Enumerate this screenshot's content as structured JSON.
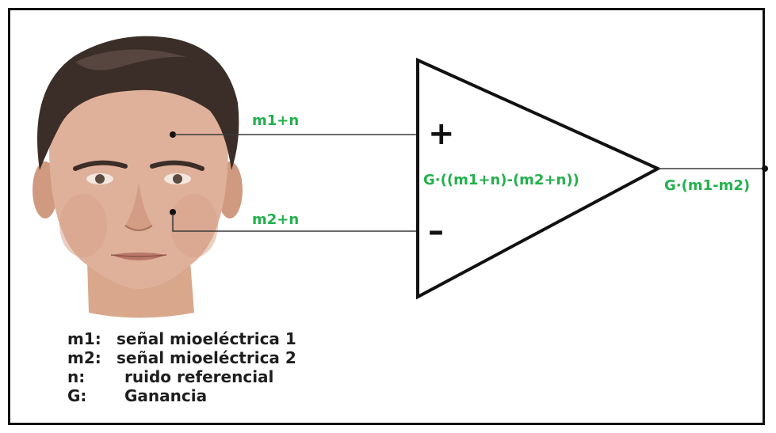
{
  "diagram": {
    "inputs": {
      "top_signal": "m1+n",
      "bottom_signal": "m2+n"
    },
    "amplifier": {
      "plus_symbol": "+",
      "minus_symbol": "–",
      "internal_expression": "G·((m1+n)-(m2+n))"
    },
    "output_expression": "G·(m1-m2)"
  },
  "legend": [
    {
      "key": "m1:",
      "value": "señal mioeléctrica 1"
    },
    {
      "key": "m2:",
      "value": "señal mioeléctrica 2"
    },
    {
      "key": "n:",
      "value": "ruido referencial"
    },
    {
      "key": "G:",
      "value": "Ganancia"
    }
  ],
  "colors": {
    "label_green": "#22b14c",
    "line": "#3a3a3a",
    "legend_text": "#1e1e1e"
  },
  "icons": {
    "face": "human-face-illustration"
  }
}
